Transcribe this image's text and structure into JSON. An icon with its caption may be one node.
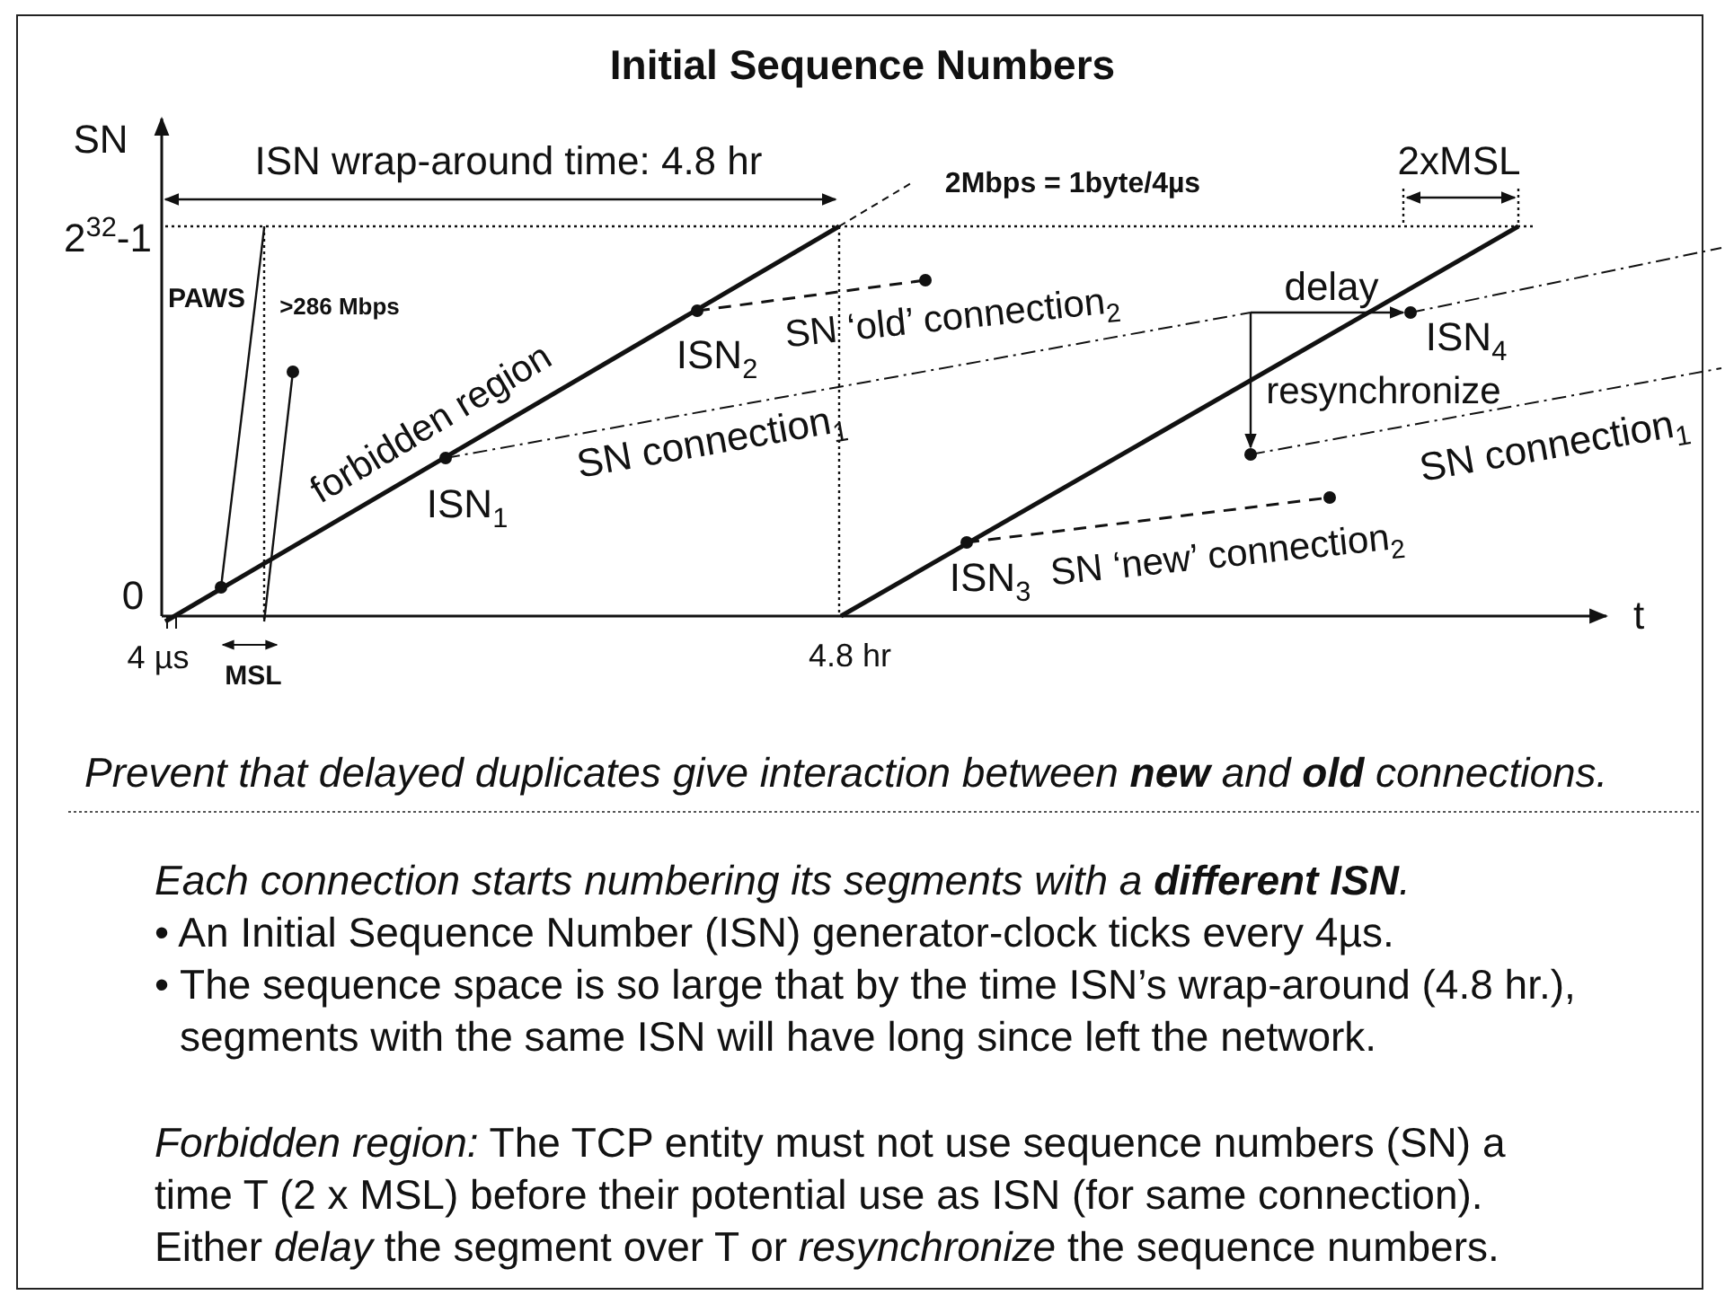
{
  "diagram": {
    "title": "Initial Sequence Numbers",
    "labels": [
      "SN",
      "ISN wrap-around time: 4.8 hr",
      "2Mbps = 1byte/4µs",
      "2xMSL",
      "2$^{32}$-1",
      "PAWS",
      ">286 Mbps",
      "delay",
      "ISN$_{2}$",
      "SN ‘old’ connection$_{2}$",
      "ISN$_{4}$",
      "forbidden region",
      "resynchronize",
      "SN connection$_{1}$",
      "SN connection$_{1}$",
      "ISN$_{1}$",
      "ISN$_{3}$",
      "SN ‘new’ connection$_{2}$",
      "0",
      "t",
      "4 µs",
      "MSL",
      "4.8 hr",
      "Prevent that delayed duplicates give interaction between **new** and **old** connections.",
      "Each connection starts numbering its segments with a **different ISN**.",
      "• An Initial Sequence Number (ISN) generator-clock ticks every 4µs.",
      "• The sequence space is so large that by the time ISN’s wrap-around (4.8 hr.), segments with the same ISN will have long since left the network.",
      "*Forbidden region:* The TCP entity must not use sequence numbers (SN) a time T (2 x MSL) before their potential use as ISN (for same connection).",
      "Either *delay* the segment over T or *resynchronize* the sequence numbers."
    ]
  }
}
